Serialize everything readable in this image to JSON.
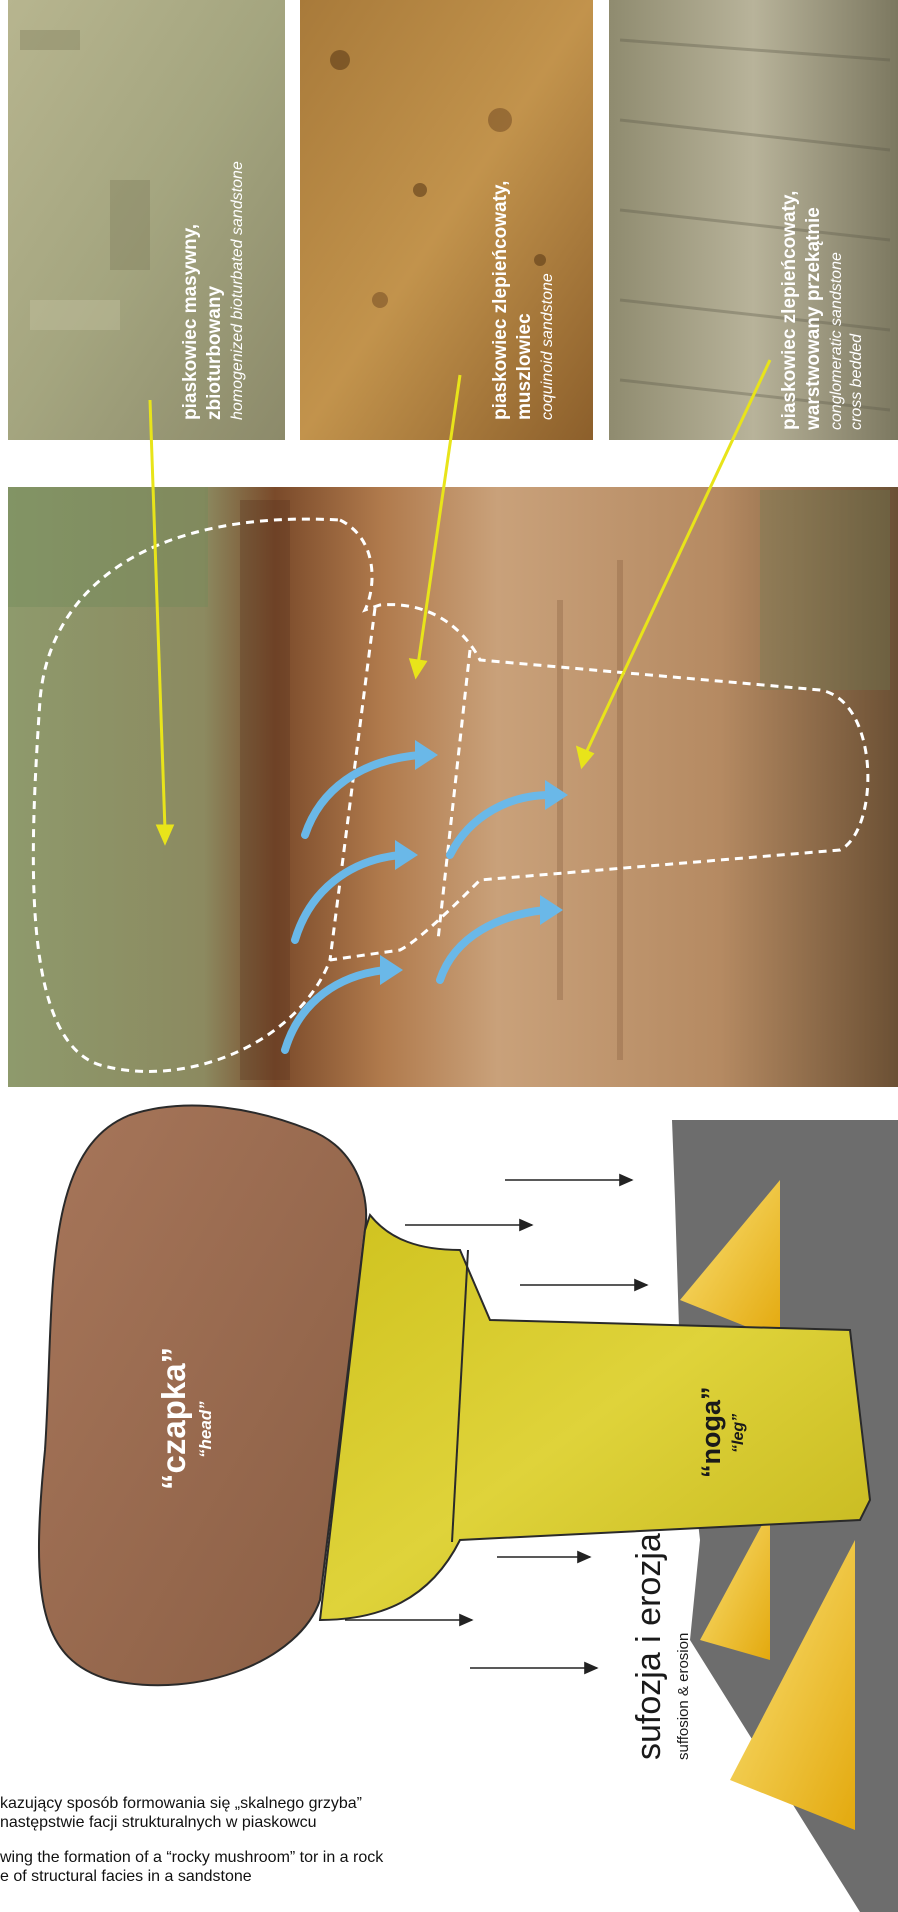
{
  "photos": [
    {
      "title_line1": "piaskowiec masywny,",
      "title_line2": "zbioturbowany",
      "subtitle_line1": "homogenized bioturbated sandstone",
      "subtitle_line2": ""
    },
    {
      "title_line1": "piaskowiec zlepieńcowaty,",
      "title_line2": "muszlowiec",
      "subtitle_line1": "coquinoid sandstone",
      "subtitle_line2": ""
    },
    {
      "title_line1": "piaskowiec zlepieńcowaty,",
      "title_line2": "warstwowany przekątnie",
      "subtitle_line1": "conglomeratic sandstone",
      "subtitle_line2": "cross bedded"
    }
  ],
  "diagram": {
    "head_label": "“czapka”",
    "head_label_en": "“head”",
    "leg_label": "“noga”",
    "leg_label_en": "“leg”",
    "process_label": "sufozja i erozja",
    "process_label_en": "suffosion & erosion"
  },
  "caption": {
    "pl_line1": "kazujący sposób formowania się „skalnego grzyba”",
    "pl_line2": " następstwie facji strukturalnych w piaskowcu",
    "en_line1": "wing the formation of a “rocky mushroom” tor in a rock",
    "en_line2": "e of structural facies in a sandstone"
  },
  "colors": {
    "arrow_yellow": "#e8e41a",
    "arrow_blue": "#6ab8e8",
    "head_brown": "#9b6a4e",
    "leg_yellow": "#d4c72a",
    "ground_gray": "#6d6d6d",
    "cone_yellow": "#f2c21a"
  }
}
